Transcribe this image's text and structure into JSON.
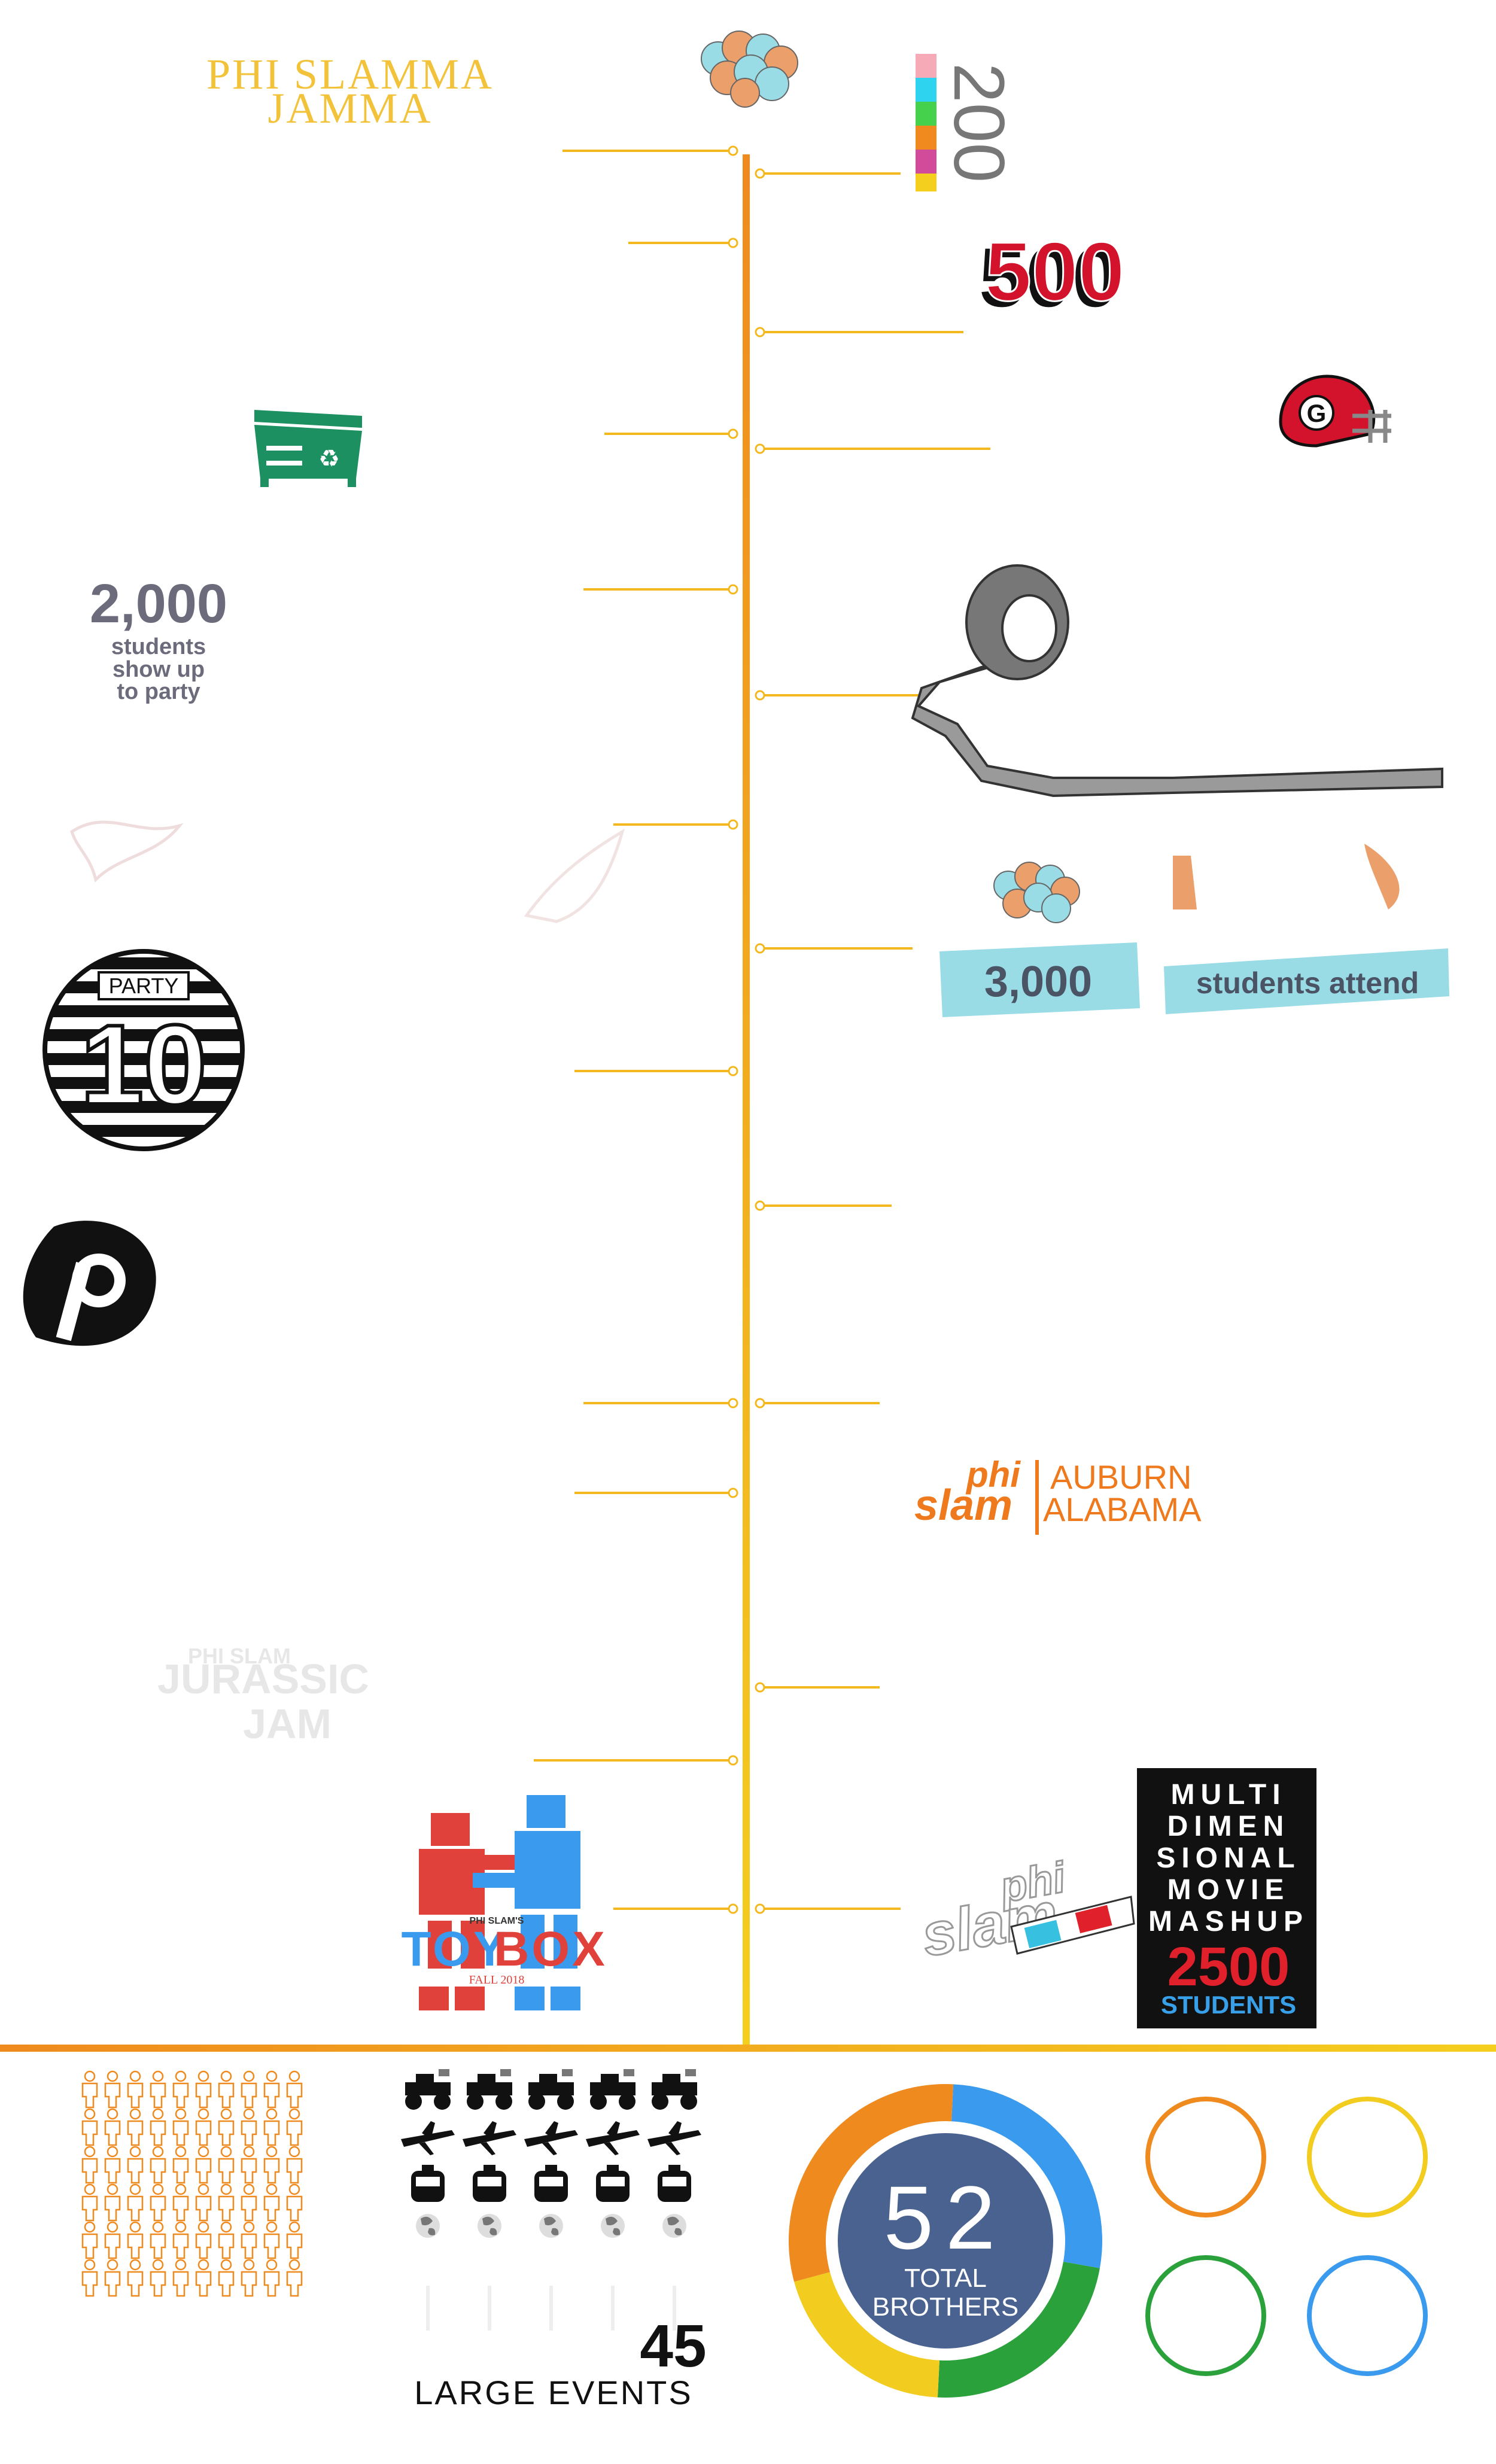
{
  "colors": {
    "timeline": "#F2A31E",
    "orange": "#EF8A1E",
    "yellow": "#F2CC1E",
    "green": "#2BA13C",
    "blue": "#3A9AEE",
    "navy": "#4A6290",
    "teal": "#9ADCE6"
  },
  "logos": {
    "phi_slamma_jamma": "PHI SLAMMA JAMMA",
    "counter_200": "200",
    "counter_500": "500",
    "slam_brand": "phi slam",
    "jurassic": "PHI SLAM JURASSIC JAM",
    "toybox_small": "PHI SLAM'S",
    "toybox_main": "TOY BOX",
    "toybox_date": "FALL 2018"
  },
  "stats": {
    "students_2000_number": "2,000",
    "students_2000_l1": "students",
    "students_2000_l2": "show up",
    "students_2000_l3": "to party",
    "attend_number": "3,000",
    "attend_text": "students attend"
  },
  "party10": {
    "label": "PARTY",
    "number": "10"
  },
  "auburn": {
    "line1": "AUBURN",
    "line2": "ALABAMA"
  },
  "movie": {
    "lines": [
      "MULTI",
      "DIMEN",
      "SIONAL",
      "MOVIE",
      "MASHUP"
    ],
    "number": "2500",
    "unit": "STUDENTS"
  },
  "bottom": {
    "events_number": "45",
    "events_label": "LARGE EVENTS",
    "brothers_number": "52",
    "brothers_l1": "TOTAL",
    "brothers_l2": "BROTHERS"
  },
  "donut": [
    {
      "color": "#3A9AEE",
      "fraction": 0.27
    },
    {
      "color": "#2BA13C",
      "fraction": 0.23
    },
    {
      "color": "#F2CC1E",
      "fraction": 0.2
    },
    {
      "color": "#EF8A1E",
      "fraction": 0.3
    }
  ],
  "rings": [
    {
      "color": "#EF8A1E"
    },
    {
      "color": "#F2CC1E"
    },
    {
      "color": "#2BA13C"
    },
    {
      "color": "#3A9AEE"
    }
  ]
}
